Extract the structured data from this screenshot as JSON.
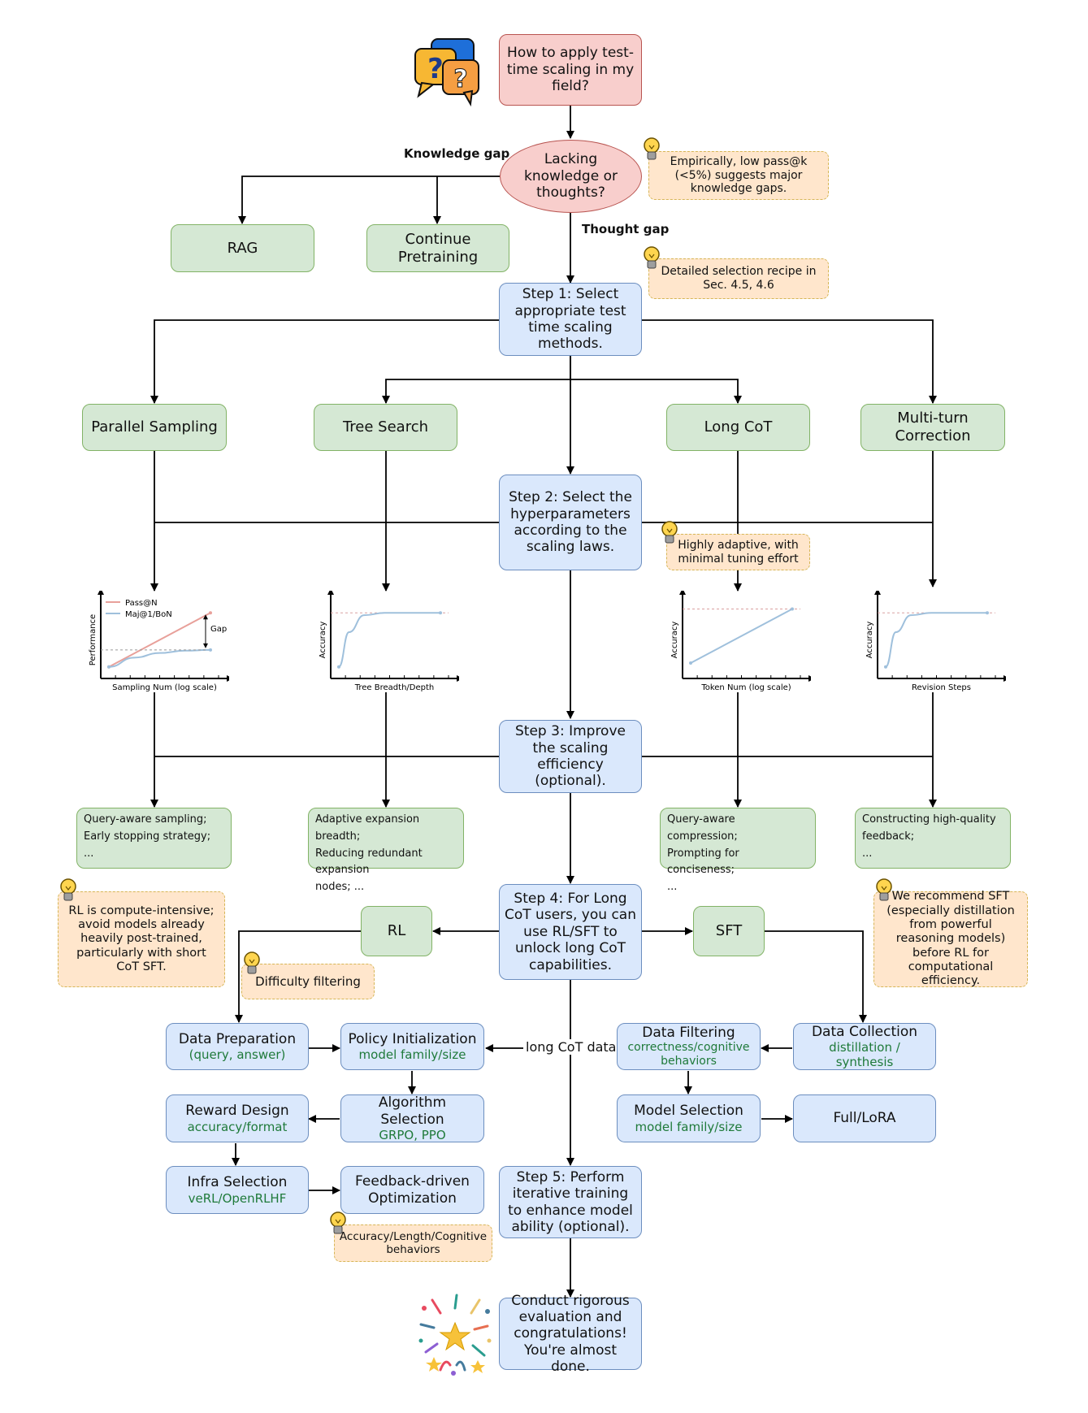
{
  "start_question": "How to apply test-time scaling in my field?",
  "decision": "Lacking knowledge or thoughts?",
  "knowledge_gap_label": "Knowledge gap",
  "thought_gap_label": "Thought gap",
  "tips": {
    "passk": "Empirically, low pass@k (<5%) suggests major knowledge gaps.",
    "recipe": "Detailed selection recipe in Sec. 4.5, 4.6",
    "adaptive": "Highly adaptive, with minimal tuning effort",
    "rl_warning": "RL is compute-intensive; avoid models already heavily post-trained, particularly with short CoT SFT.",
    "difficulty": "Difficulty filtering",
    "sft_recommend": "We recommend SFT (especially distillation from powerful reasoning models) before RL  for computational efficiency.",
    "feedback": "Accuracy/Length/Cognitive behaviors"
  },
  "knowledge_options": {
    "rag": "RAG",
    "pretrain": "Continue Pretraining"
  },
  "steps": {
    "step1": "Step 1: Select appropriate test time scaling methods.",
    "step2": "Step 2: Select the hyperparameters according to the scaling laws.",
    "step3": "Step 3: Improve the scaling efficiency (optional).",
    "step4": "Step 4: For Long CoT users, you can use RL/SFT to unlock long CoT capabilities.",
    "step5": "Step 5: Perform iterative training to enhance model ability (optional).",
    "final": "Conduct rigorous evaluation and congratulations! You're almost done."
  },
  "methods": {
    "parallel": "Parallel Sampling",
    "tree": "Tree Search",
    "longcot": "Long CoT",
    "multiturn": "Multi-turn Correction"
  },
  "efficiency": {
    "parallel": [
      "Query-aware sampling;",
      "Early stopping strategy;",
      "..."
    ],
    "tree": [
      "Adaptive expansion breadth;",
      "Reducing redundant expansion",
      "nodes; ..."
    ],
    "longcot": [
      "Query-aware compression;",
      "Prompting for conciseness;",
      "..."
    ],
    "multiturn": [
      "Constructing high-quality",
      "feedback;",
      "..."
    ]
  },
  "rl_label": "RL",
  "sft_label": "SFT",
  "long_cot_data_label": "long CoT data",
  "rl_pipeline": {
    "data_prep": {
      "title": "Data Preparation",
      "sub": "(query, answer)"
    },
    "policy_init": {
      "title": "Policy Initialization",
      "sub": "model family/size"
    },
    "algorithm": {
      "title": "Algorithm Selection",
      "sub": "GRPO, PPO"
    },
    "reward": {
      "title": "Reward Design",
      "sub": "accuracy/format"
    },
    "infra": {
      "title": "Infra Selection",
      "sub": "veRL/OpenRLHF"
    },
    "feedback": {
      "title": "Feedback-driven Optimization"
    }
  },
  "sft_pipeline": {
    "data_collection": {
      "title": "Data Collection",
      "sub": "distillation / synthesis"
    },
    "data_filtering": {
      "title": "Data Filtering",
      "sub": "correctness/cognitive behaviors"
    },
    "model_selection": {
      "title": "Model Selection",
      "sub": "model family/size"
    },
    "full_lora": {
      "title": "Full/LoRA"
    }
  },
  "chart_data": [
    {
      "type": "line",
      "ylabel": "Performance",
      "xlabel": "Sampling Num (log scale)",
      "legend": [
        "Pass@N",
        "Maj@1/BoN"
      ],
      "annotation": "Gap",
      "series": [
        {
          "name": "Pass@N",
          "color": "#e8a09a",
          "x": [
            0,
            1
          ],
          "y": [
            0.15,
            0.85
          ]
        },
        {
          "name": "Maj@1/BoN",
          "color": "#9fc0dc",
          "x": [
            0,
            0.25,
            0.5,
            0.75,
            1
          ],
          "y": [
            0.15,
            0.27,
            0.33,
            0.36,
            0.37
          ]
        }
      ]
    },
    {
      "type": "line",
      "ylabel": "Accuracy",
      "xlabel": "Tree Breadth/Depth",
      "series": [
        {
          "color": "#9fc0dc",
          "x": [
            0,
            0.1,
            0.25,
            0.45,
            1
          ],
          "y": [
            0.15,
            0.6,
            0.82,
            0.85,
            0.85
          ]
        }
      ]
    },
    {
      "type": "line",
      "ylabel": "Accuracy",
      "xlabel": "Token Num (log scale)",
      "series": [
        {
          "color": "#9fc0dc",
          "x": [
            0,
            1
          ],
          "y": [
            0.2,
            0.9
          ]
        }
      ]
    },
    {
      "type": "line",
      "ylabel": "Accuracy",
      "xlabel": "Revision Steps",
      "series": [
        {
          "color": "#9fc0dc",
          "x": [
            0,
            0.1,
            0.25,
            0.45,
            1
          ],
          "y": [
            0.15,
            0.6,
            0.82,
            0.85,
            0.85
          ]
        }
      ]
    }
  ]
}
